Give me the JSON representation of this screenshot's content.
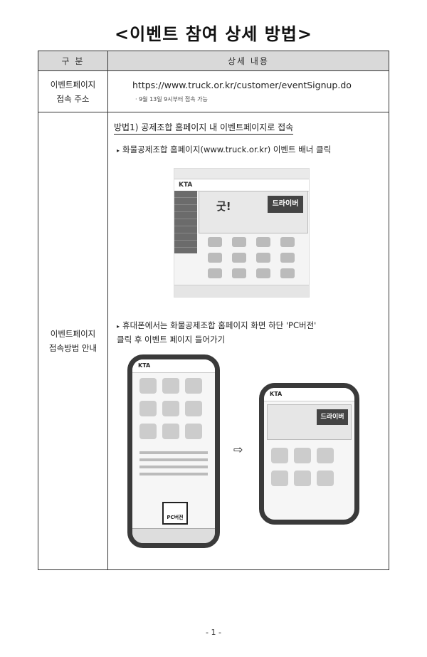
{
  "title": "<이벤트 참여 상세 방법>",
  "table": {
    "header": {
      "col1": "구 분",
      "col2": "상세 내용"
    },
    "row1": {
      "label_line1": "이벤트페이지",
      "label_line2": "접속 주소",
      "url": "https://www.truck.or.kr/customer/eventSignup.do",
      "note": "· 9월 13일 9시부터 접속 가능"
    },
    "row2": {
      "label_line1": "이벤트페이지",
      "label_line2": "접속방법 안내",
      "method1": "방법1) 공제조합 홈페이지 내 이벤트페이지로 접속",
      "bullet1": "화물공제조합 홈페이지(www.truck.or.kr) 이벤트 배너 클릭",
      "bullet2_line1": "휴대폰에서는 화물공제조합 홈페이지 화면 하단 'PC버전'",
      "bullet2_line2": "클릭 후 이벤트 페이지 들어가기"
    }
  },
  "screenshot": {
    "logo": "KTA",
    "banner_text": "굿!",
    "banner_box": "드라이버",
    "pc_button": "PC버전"
  },
  "icons": {
    "bullet": "triangle-bullet-icon",
    "arrow": "right-arrow-icon"
  },
  "page_number": "- 1 -"
}
